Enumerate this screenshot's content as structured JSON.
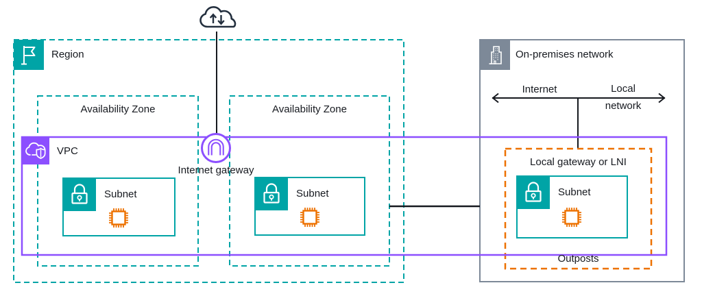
{
  "diagram": {
    "region": {
      "label": "Region"
    },
    "availability_zones": [
      {
        "label": "Availability Zone"
      },
      {
        "label": "Availability Zone"
      }
    ],
    "vpc": {
      "label": "VPC"
    },
    "internet_gateway": {
      "label": "Internet gateway"
    },
    "subnets": [
      {
        "label": "Subnet"
      },
      {
        "label": "Subnet"
      },
      {
        "label": "Subnet"
      }
    ],
    "on_premises": {
      "label": "On-premises network"
    },
    "connections": {
      "internet_label": "Internet",
      "local_network_line1": "Local",
      "local_network_line2": "network"
    },
    "outposts": {
      "local_gateway_label": "Local gateway or LNI",
      "label": "Outposts"
    },
    "colors": {
      "teal": "#00A4A6",
      "purple": "#8C4FFF",
      "orange": "#ED7100",
      "gray": "#7D8998",
      "dark": "#232F3E",
      "text": "#16191f"
    },
    "icons": [
      "internet-cloud-icon",
      "region-flag-icon",
      "vpc-shield-cloud-icon",
      "internet-gateway-icon",
      "private-subnet-lock-icon",
      "instance-chip-icon",
      "on-premises-building-icon"
    ]
  }
}
